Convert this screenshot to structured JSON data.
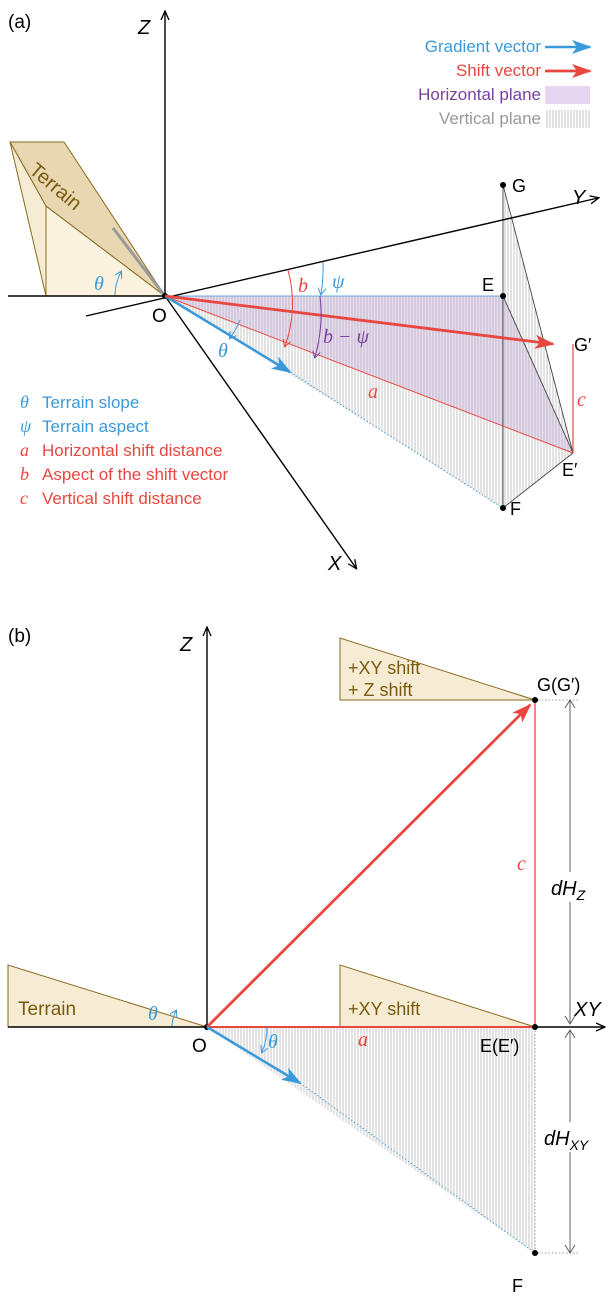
{
  "panel_a": {
    "label": "(a)",
    "axes": {
      "z": "Z",
      "y": "Y",
      "x": "X"
    },
    "origin": "O",
    "terrain": "Terrain",
    "points": {
      "g": "G",
      "e": "E",
      "gp": "G′",
      "ep": "E′",
      "f": "F"
    },
    "symbols": {
      "theta": "θ",
      "psi": "ψ",
      "a": "a",
      "b": "b",
      "c": "c",
      "b_minus_psi": "b − ψ"
    },
    "legend": {
      "gradient": "Gradient vector",
      "shift": "Shift vector",
      "horizontal": "Horizontal plane",
      "vertical": "Vertical plane"
    },
    "definitions": [
      {
        "sym": "θ",
        "text": "Terrain slope",
        "color": "#3a9ad9"
      },
      {
        "sym": "ψ",
        "text": "Terrain aspect",
        "color": "#3a9ad9"
      },
      {
        "sym": "a",
        "text": "Horizontal shift distance",
        "color": "#e8473f"
      },
      {
        "sym": "b",
        "text": "Aspect of the shift vector",
        "color": "#e8473f"
      },
      {
        "sym": "c",
        "text": "Vertical shift distance",
        "color": "#e8473f"
      }
    ]
  },
  "panel_b": {
    "label": "(b)",
    "axes": {
      "z": "Z",
      "xy": "XY"
    },
    "origin": "O",
    "terrain": "Terrain",
    "xy_shift": "+XY shift",
    "xyz_shift_line1": "+XY shift",
    "xyz_shift_line2": "+ Z  shift",
    "points": {
      "g": "G(G′)",
      "e": "E(E′)",
      "f": "F"
    },
    "symbols": {
      "theta": "θ",
      "a": "a",
      "c": "c"
    },
    "dhz": "dH",
    "dhz_sub": "Z",
    "dhxy": "dH",
    "dhxy_sub": "XY"
  },
  "colors": {
    "blue": "#3a9ad9",
    "red": "#e8473f",
    "purple": "#7a3fa0",
    "brown": "#7a5a10",
    "terrain_fill": "#f6ecd4",
    "terrain_stroke": "#8a6a20",
    "horizontal_fill": "#e6d6ef",
    "vertical_hatch": "#bdbdbd"
  }
}
